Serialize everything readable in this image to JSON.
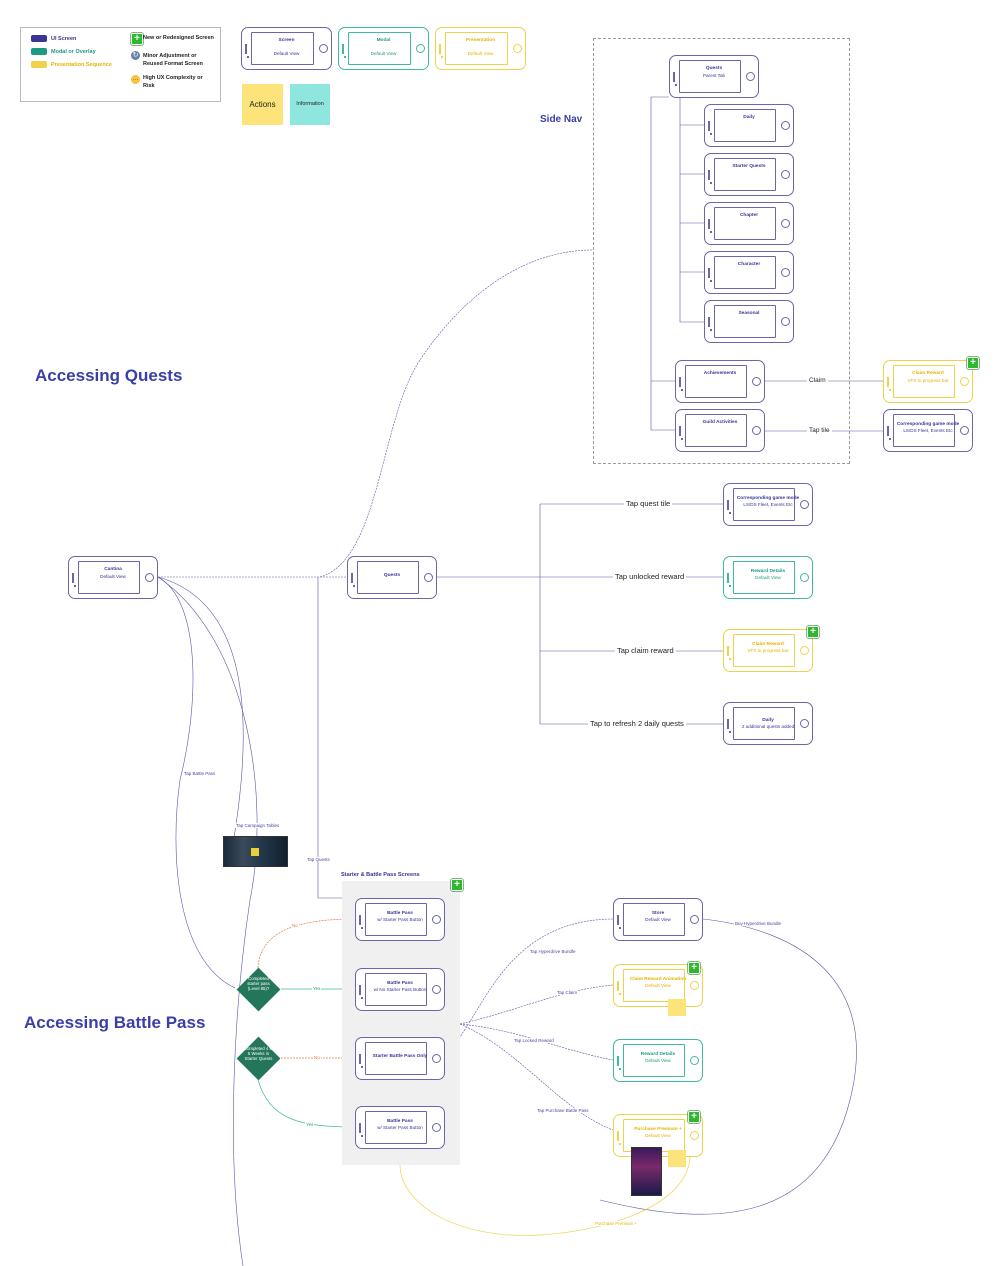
{
  "legend": {
    "ui_screen": "UI Screen",
    "modal": "Modal or Overlay",
    "presentation": "Presentation Sequence",
    "new_screen": "New or Redesigned Screen",
    "minor": "Minor Adjustment or Reused Format Screen",
    "complexity": "High UX Complexity or Risk",
    "colors": {
      "ui": "#3a3596",
      "modal": "#1f9a82",
      "presentation": "#f0d24a",
      "new": "#2fb82f"
    },
    "sample_screen": {
      "title": "Screen",
      "sub": "Default View"
    },
    "sample_modal": {
      "title": "Modal",
      "sub": "Default View"
    },
    "sample_presentation": {
      "title": "Presentation",
      "sub": "Default View"
    },
    "actions": "Actions",
    "information": "Information"
  },
  "headings": {
    "accessing_quests": "Accessing Quests",
    "side_nav": "Side Nav",
    "accessing_battle_pass": "Accessing Battle Pass",
    "starter_battle_pass": "Starter & Battle Pass Screens"
  },
  "screens": {
    "quests_parent": {
      "title": "Quests",
      "sub": "Parent Tab"
    },
    "daily_tab": {
      "title": "Daily",
      "sub": ""
    },
    "starter_quests": {
      "title": "Starter Quests",
      "sub": ""
    },
    "chapter": {
      "title": "Chapter",
      "sub": ""
    },
    "character": {
      "title": "Character",
      "sub": ""
    },
    "seasonal": {
      "title": "Seasonal",
      "sub": ""
    },
    "achievements": {
      "title": "Achievements",
      "sub": ""
    },
    "guild_activities": {
      "title": "Guild Activities",
      "sub": ""
    },
    "claim_reward_nav": {
      "title": "Claim Reward",
      "sub": "VFX to progress bar"
    },
    "corresponding_nav": {
      "title": "Corresponding game mode",
      "sub": "LS/DS Fleet, Events Etc"
    },
    "cantina": {
      "title": "Cantina",
      "sub": "Default View"
    },
    "quests": {
      "title": "Quests",
      "sub": ""
    },
    "corresponding_quest": {
      "title": "Corresponding game mode",
      "sub": "LS/DS Fleet, Events Etc"
    },
    "reward_details": {
      "title": "Reward Details",
      "sub": "Default View"
    },
    "claim_reward": {
      "title": "Claim Reward",
      "sub": "VFX to progress bar"
    },
    "daily_refresh": {
      "title": "Daily",
      "sub": "2 additional quests added"
    },
    "bp_starter_button": {
      "title": "Battle Pass",
      "sub": "w/ Starter Pass Button"
    },
    "bp_no_starter_button": {
      "title": "Battle Pass",
      "sub": "w/ No Starter Pass Button"
    },
    "starter_bp_only": {
      "title": "Starter Battle Pass Only",
      "sub": ""
    },
    "bp_starter_button_2": {
      "title": "Battle Pass",
      "sub": "w/ Starter Pass Button"
    },
    "store": {
      "title": "Store",
      "sub": "Default View"
    },
    "claim_reward_animation": {
      "title": "Claim Reward Animation",
      "sub": "Default View"
    },
    "reward_details_bp": {
      "title": "Reward Details",
      "sub": "Default View"
    },
    "purchase_premium": {
      "title": "Purchase Premium +",
      "sub": "Default View"
    }
  },
  "edges": {
    "claim": "Claim",
    "tap_tile": "Tap tile",
    "tap_quest_tile": "Tap quest tile",
    "tap_unlocked_reward": "Tap unlocked reward",
    "tap_claim_reward": "Tap claim reward",
    "tap_refresh": "Tap to refresh 2 daily quests",
    "tap_battle_pass": "Tap Battle Pass",
    "tap_campaign_tables": "Tap Campaign Tables",
    "tap_quests": "Tap Quests",
    "no1": "No",
    "yes1": "Yes",
    "no2": "No",
    "yes2": "Yes",
    "tap_hyperdrive": "Tap Hyperdrive Bundle",
    "tap_claim": "Tap Claim",
    "tap_locked_reward": "Tap Locked Reward",
    "tap_purchase_bp": "Tap Purchase Battle Pass",
    "buy_hyperdrive": "Buy Hyperdrive Bundle",
    "purchase_premium_edge": "Purchase Premium +"
  },
  "decisions": {
    "d1": "Completed starter pass (Level 85)?",
    "d2": "Completed 4 to 5 Weeks in Starter Quests"
  }
}
